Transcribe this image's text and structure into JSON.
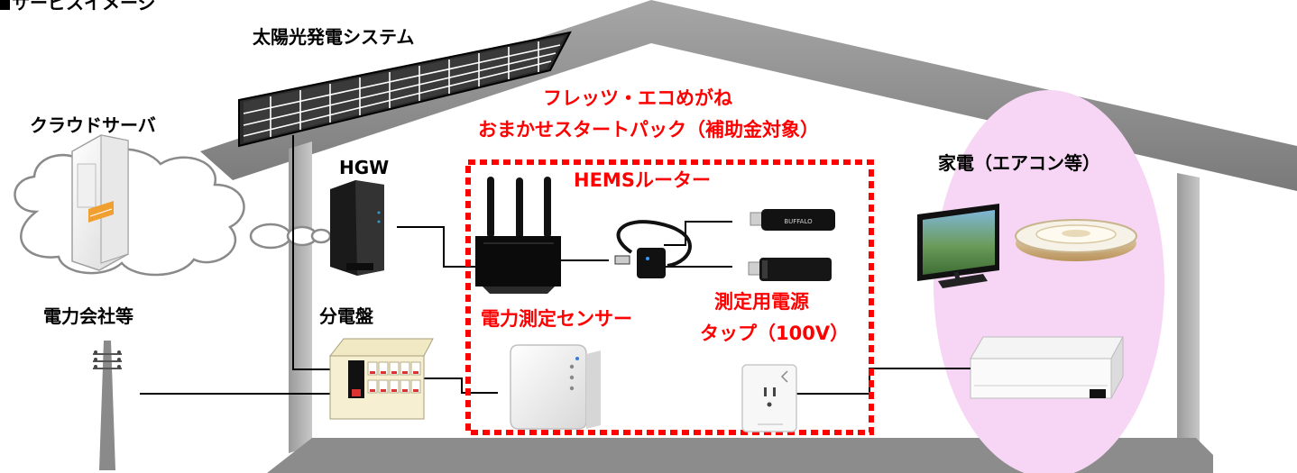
{
  "title_fragment": "サービスイメージ",
  "labels": {
    "solar": "太陽光発電システム",
    "cloud_server": "クラウドサーバ",
    "hgw": "HGW",
    "package_line1": "フレッツ・エコめがね",
    "package_line2": "おまかせスタートパック（補助金対象）",
    "hems_router": "HEMSルーター",
    "appliances": "家電（エアコン等）",
    "power_company": "電力会社等",
    "distribution_board": "分電盤",
    "power_sensor": "電力測定センサー",
    "power_tap_line1": "測定用電源",
    "power_tap_line2": "タップ（100V）",
    "usb_brand": "BUFFALO"
  },
  "colors": {
    "highlight_text": "#ff0000",
    "dashed_border": "#ff0000",
    "house_roof": "#8c8c8c",
    "house_floor": "#8c8c8c",
    "appliance_zone": "#f7d6f5",
    "connection_line": "#000000"
  },
  "icons": [
    "solar-panel-icon",
    "cloud-icon",
    "server-icon",
    "hgw-router-icon",
    "hems-router-icon",
    "usb-hub-icon",
    "usb-stick-icon",
    "usb-adapter-icon",
    "power-sensor-icon",
    "power-tap-icon",
    "distribution-board-icon",
    "utility-pole-icon",
    "tv-icon",
    "ceiling-light-icon",
    "air-conditioner-icon"
  ]
}
